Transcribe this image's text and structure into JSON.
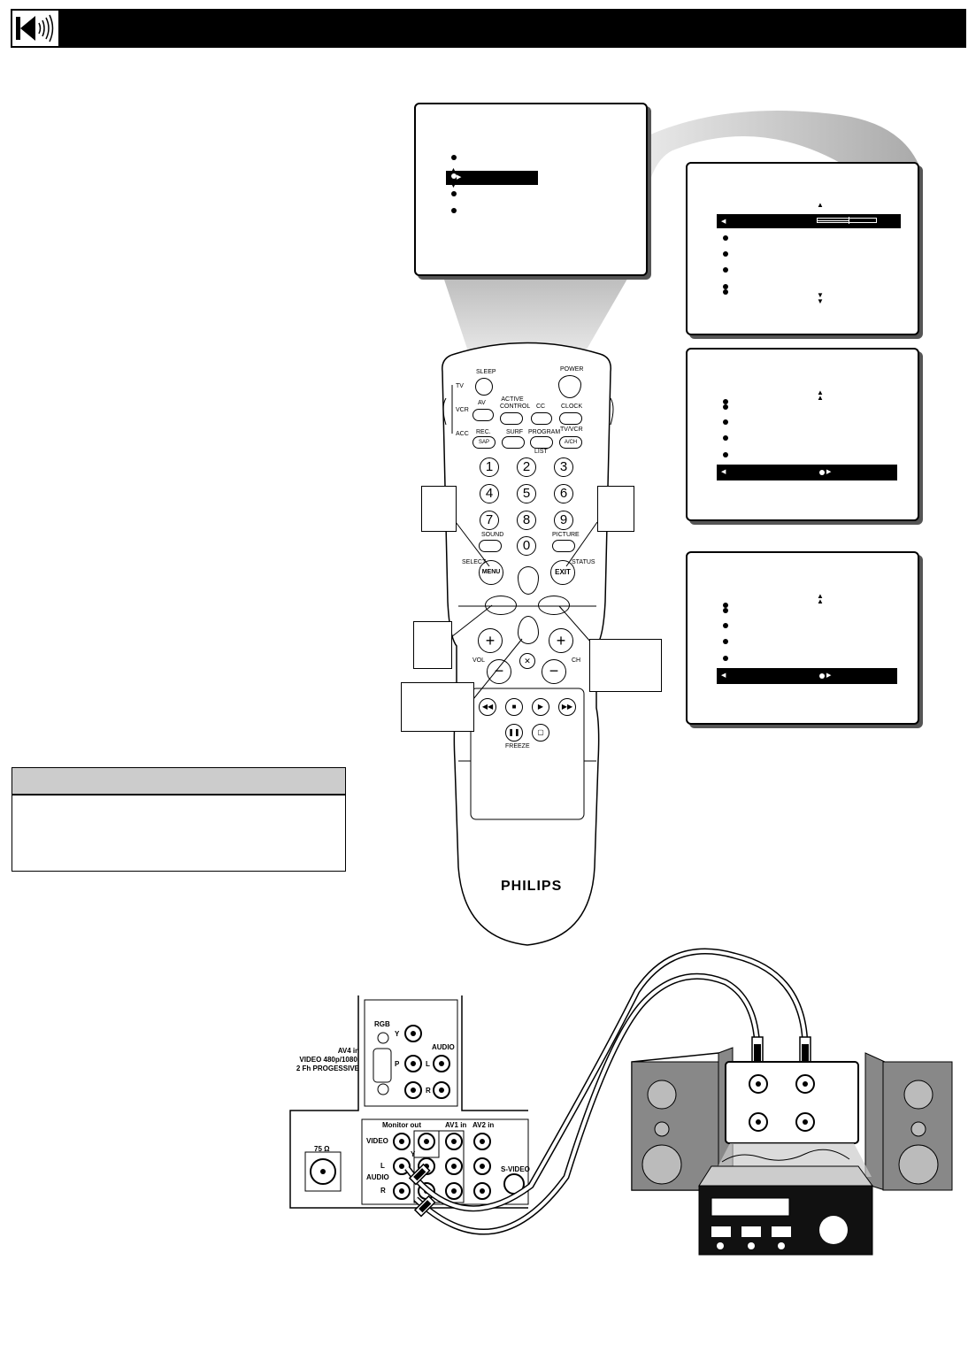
{
  "remote": {
    "brand": "PHILIPS",
    "mode_labels": [
      "TV",
      "VCR",
      "ACC"
    ],
    "buttons": {
      "sleep": "SLEEP",
      "power": "POWER",
      "av": "AV",
      "active_control": "ACTIVE CONTROL",
      "cc": "CC",
      "clock": "CLOCK",
      "rec": "REC.",
      "sap": "SAP",
      "surf": "SURF",
      "program": "PROGRAM",
      "list": "LIST",
      "tvvcr": "TV/VCR",
      "ach": "A/CH",
      "digits": [
        "1",
        "2",
        "3",
        "4",
        "5",
        "6",
        "7",
        "8",
        "9",
        "0"
      ],
      "sound": "SOUND",
      "picture": "PICTURE",
      "select": "SELECT",
      "menu": "MENU",
      "exit": "EXIT",
      "status": "STATUS",
      "vol": "VOL",
      "ch": "CH",
      "freeze": "FREEZE"
    }
  },
  "rear_panel": {
    "rgb": "RGB",
    "y": "Y",
    "audio": "AUDIO",
    "p": "P",
    "l": "L",
    "r": "R",
    "av4": "AV4 in",
    "av4_line2": "VIDEO 480p/1080i",
    "av4_line3": "2 Fh PROGESSIVE",
    "antenna": "75 Ω",
    "monitor_out": "Monitor out",
    "av1": "AV1 in",
    "av2": "AV2 in",
    "video": "VIDEO",
    "audio2": "AUDIO",
    "l2": "L",
    "r2": "R",
    "y2": "Y",
    "svideo": "S-VIDEO"
  }
}
